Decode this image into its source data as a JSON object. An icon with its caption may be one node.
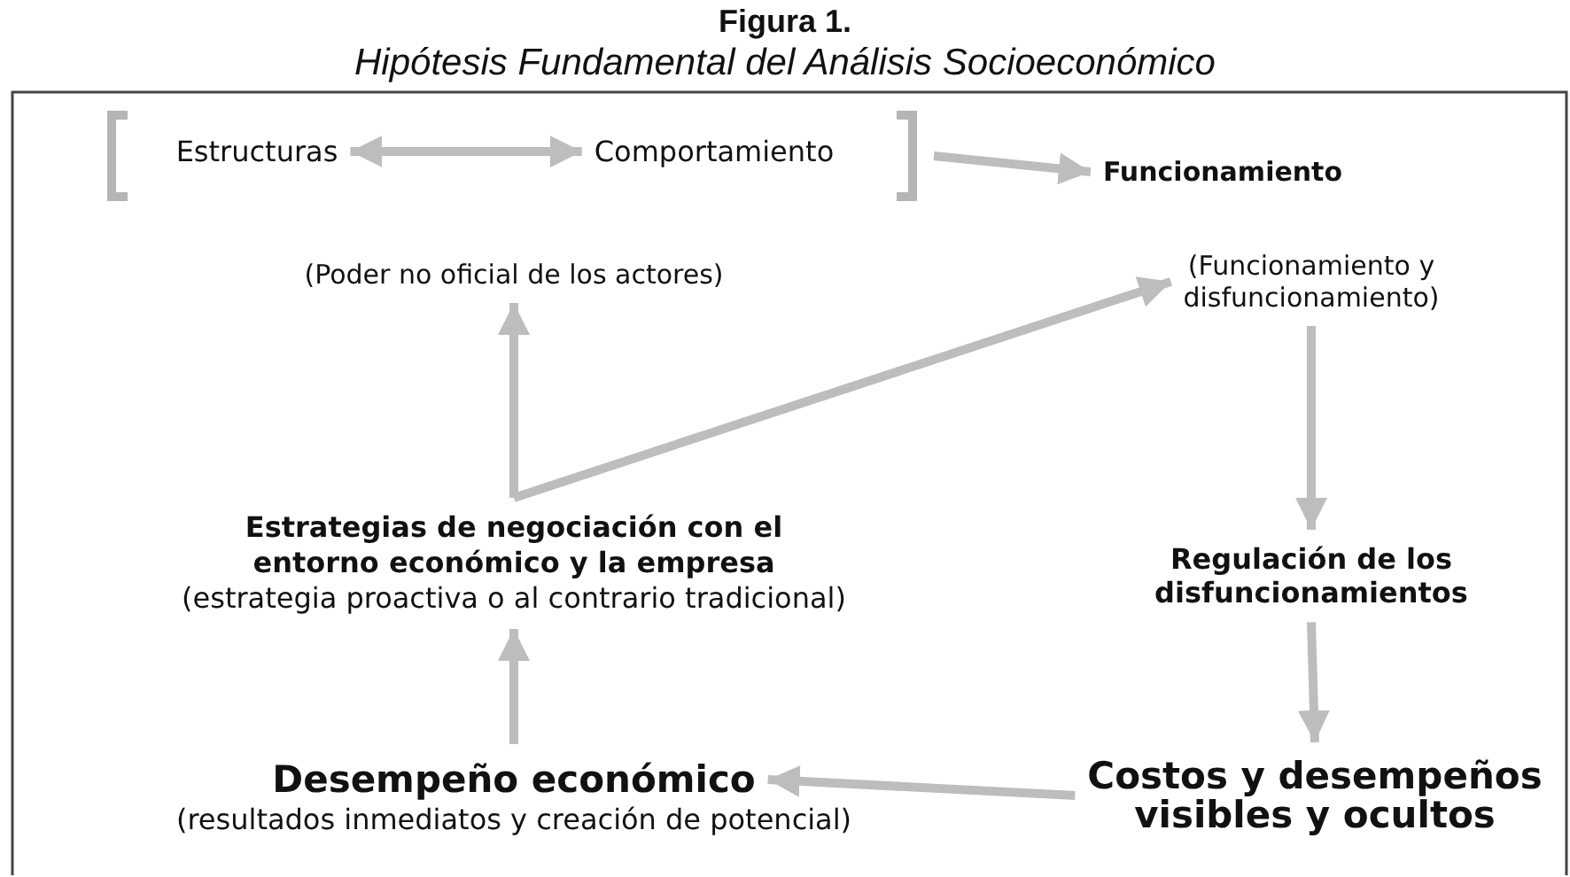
{
  "diagram": {
    "title": "Figura 1.",
    "caption": "Hipótesis Fundamental del Análisis Socioeconómico",
    "nodes": [
      {
        "text": [],
        "shape": "bracket"
      },
      {
        "text": [
          "Estructuras"
        ],
        "in": 0
      },
      {
        "text": [
          "Comportamiento"
        ],
        "in": 0
      },
      {
        "text": [
          "Funcionamiento"
        ]
      },
      {
        "text": [
          "(Poder no oficial de los actores)"
        ]
      },
      {
        "text": [
          "(Funcionamiento y disfuncionamiento)"
        ]
      },
      {
        "text": [
          "Estrategias de negociación con el entorno económico y la empresa",
          "(estrategia proactiva o al contrario tradicional)"
        ]
      },
      {
        "text": [
          "Regulación de los disfuncionamientos"
        ]
      },
      {
        "text": [
          "Desempeño económico",
          "(resultados inmediatos y creación de potencial)"
        ]
      },
      {
        "text": [
          "Costos y desempeños visibles y ocultos"
        ]
      }
    ],
    "edges": [
      {
        "from": 1,
        "to": 2,
        "arrow": "both"
      },
      {
        "from": 0,
        "to": 3,
        "arrow": "to"
      },
      {
        "from": 5,
        "to": 7,
        "arrow": "to"
      },
      {
        "from": 7,
        "to": 9,
        "arrow": "to"
      },
      {
        "from": 9,
        "to": 8,
        "arrow": "to"
      },
      {
        "from": 8,
        "to": 6,
        "arrow": "to"
      },
      {
        "from": 6,
        "to": 4,
        "arrow": "to"
      },
      {
        "from": 6,
        "to": 5,
        "arrow": "to"
      }
    ]
  }
}
